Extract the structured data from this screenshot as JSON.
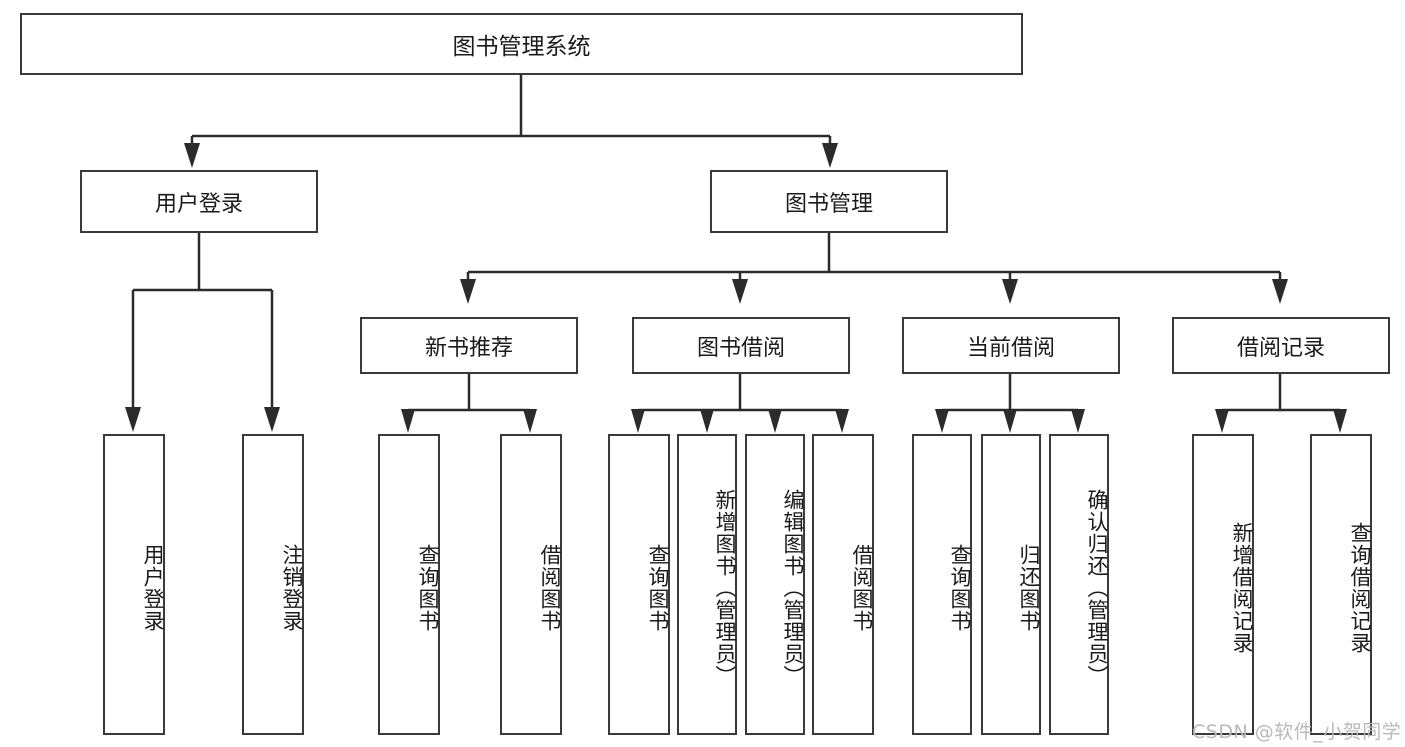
{
  "diagram": {
    "type": "tree",
    "title": "图书管理系统",
    "root": {
      "label": "图书管理系统"
    },
    "level1": [
      {
        "label": "用户登录"
      },
      {
        "label": "图书管理"
      }
    ],
    "level2": [
      {
        "label": "新书推荐"
      },
      {
        "label": "图书借阅"
      },
      {
        "label": "当前借阅"
      },
      {
        "label": "借阅记录"
      }
    ],
    "leaves": {
      "user_login": [
        {
          "label": "用户登录"
        },
        {
          "label": "注销登录"
        }
      ],
      "new_book_recommend": [
        {
          "label": "查询图书"
        },
        {
          "label": "借阅图书"
        }
      ],
      "book_borrow": [
        {
          "label": "查询图书"
        },
        {
          "label": "新增图书（管理员）"
        },
        {
          "label": "编辑图书（管理员）"
        },
        {
          "label": "借阅图书"
        }
      ],
      "current_borrow": [
        {
          "label": "查询图书"
        },
        {
          "label": "归还图书"
        },
        {
          "label": "确认归还（管理员）"
        }
      ],
      "borrow_record": [
        {
          "label": "新增借阅记录"
        },
        {
          "label": "查询借阅记录"
        }
      ]
    }
  },
  "watermark": {
    "text": "CSDN @软件_小贺同学"
  },
  "colors": {
    "background": "#ffffff",
    "node_border": "#3a3a3a",
    "node_fill": "#ffffff",
    "connector": "#2b2b2b",
    "text": "#1b1b1b",
    "watermark": "#b9b9b9"
  }
}
